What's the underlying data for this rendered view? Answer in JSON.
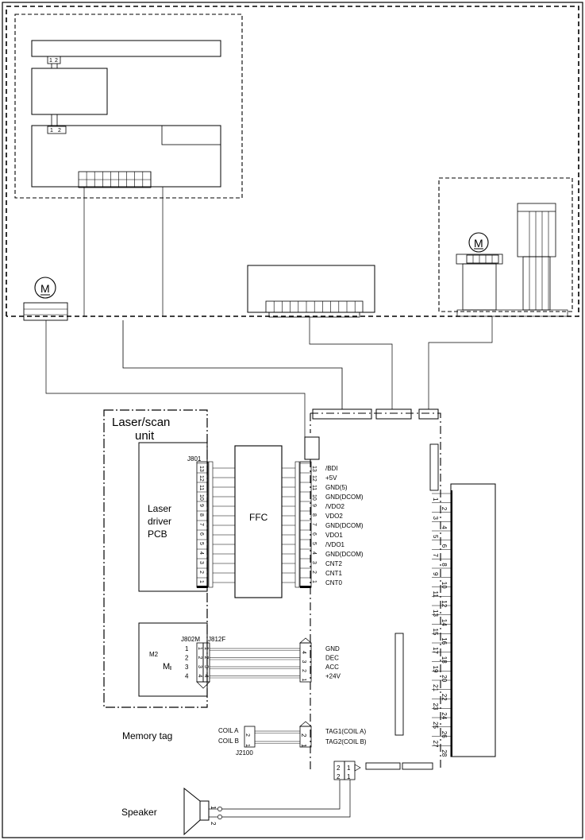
{
  "labels": {
    "laser_unit_line1": "Laser/scan",
    "laser_unit_line2": "unit",
    "laser_pcb_line1": "Laser",
    "laser_pcb_line2": "driver",
    "laser_pcb_line3": "PCB",
    "ffc": "FFC",
    "j801": "J801",
    "j802m": "J802M",
    "j812f": "J812F",
    "m2": "M2",
    "memory_tag": "Memory tag",
    "coil_a": "COIL A",
    "coil_b": "COIL B",
    "j2100": "J2100",
    "speaker": "Speaker",
    "motor_symbol": "M"
  },
  "laser_signals": [
    "/BDI",
    "+5V",
    "GND(5)",
    "GND(DCOM)",
    "/VDO2",
    "VDO2",
    "GND(DCOM)",
    "VDO1",
    "/VDO1",
    "GND(DCOM)",
    "CNT2",
    "CNT1",
    "CNT0"
  ],
  "laser_pins": [
    "13",
    "12",
    "11",
    "10",
    "9",
    "8",
    "7",
    "6",
    "5",
    "4",
    "3",
    "2",
    "1"
  ],
  "scanner_signals": [
    "GND",
    "DEC",
    "ACC",
    "+24V"
  ],
  "scanner_pins_left": [
    "1",
    "2",
    "3",
    "4"
  ],
  "scanner_pins_mid": [
    "1",
    "2",
    "3",
    "4"
  ],
  "scanner_pins_right": [
    "4",
    "3",
    "2",
    "1"
  ],
  "memory_tag_signals": [
    "TAG1(COIL A)",
    "TAG2(COIL B)"
  ],
  "memory_tag_pins": [
    "2",
    "1"
  ],
  "speaker_pins": [
    "1",
    "2"
  ],
  "small_connector_pins": [
    "1",
    "2"
  ],
  "right_connector_pins": [
    "1",
    "2",
    "3",
    "4",
    "5",
    "6",
    "7",
    "8",
    "9",
    "10",
    "11",
    "12",
    "13",
    "14",
    "15",
    "16",
    "17",
    "18",
    "19",
    "20",
    "21",
    "22",
    "23",
    "24",
    "25",
    "26",
    "27",
    "28"
  ]
}
